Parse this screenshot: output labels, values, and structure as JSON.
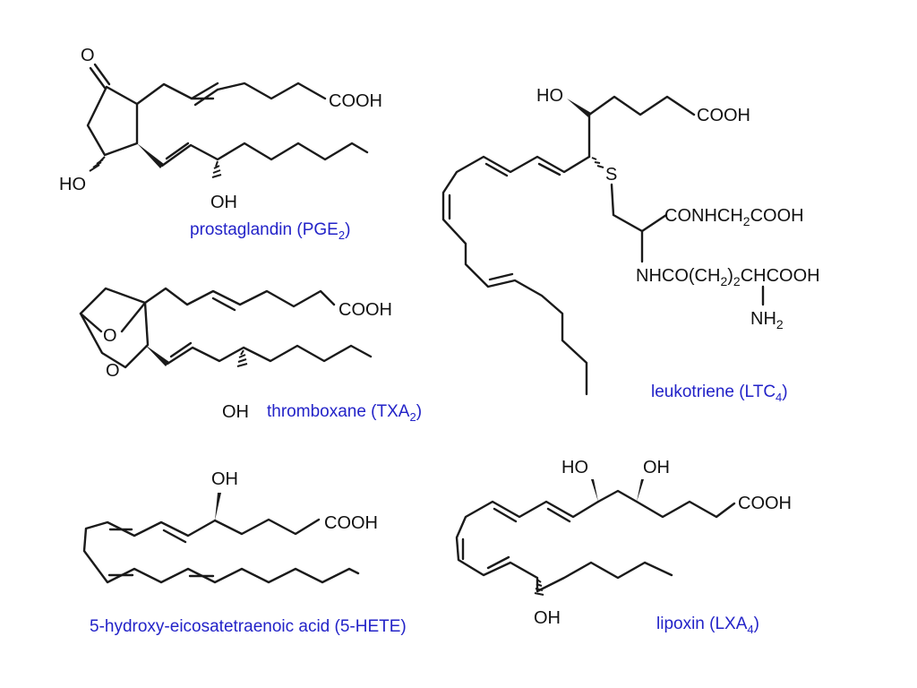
{
  "accent_color": "#2323c8",
  "molecules": {
    "pge2": {
      "caption": "prostaglandin (PGE",
      "caption_sub": "2",
      "caption_end": ")",
      "labels": {
        "ketone": "O",
        "cooh": "COOH",
        "ho": "HO",
        "oh": "OH"
      }
    },
    "txa2": {
      "caption": "thromboxane (TXA",
      "caption_sub": "2",
      "caption_end": ")",
      "labels": {
        "o_bridge": "O",
        "o_ring": "O",
        "cooh": "COOH",
        "oh": "OH"
      }
    },
    "hete": {
      "caption": "5-hydroxy-eicosatetraenoic acid (5-HETE)",
      "labels": {
        "oh": "OH",
        "cooh": "COOH"
      }
    },
    "ltc4": {
      "caption": "leukotriene (LTC",
      "caption_sub": "4",
      "caption_end": ")",
      "labels": {
        "ho": "HO",
        "cooh": "COOH",
        "s": "S",
        "conh": "CONHCH",
        "conh_sub": "2",
        "conh_end": "COOH",
        "nhco": "NHCO(CH",
        "nhco_sub": "2",
        "nhco_mid": ")",
        "nhco_sub2": "2",
        "nhco_end": "CHCOOH",
        "nh2": "NH",
        "nh2_sub": "2"
      }
    },
    "lxa4": {
      "caption": "lipoxin (LXA",
      "caption_sub": "4",
      "caption_end": ")",
      "labels": {
        "oh1": "HO",
        "oh2": "OH",
        "cooh": "COOH",
        "oh3": "OH"
      }
    }
  }
}
